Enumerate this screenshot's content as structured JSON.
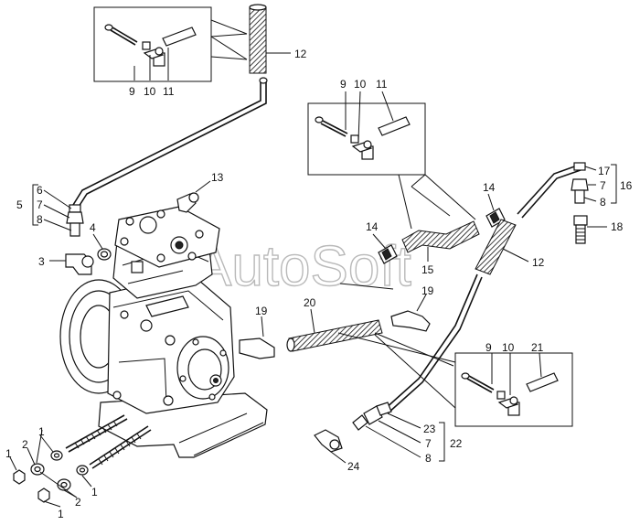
{
  "watermark": "AutoSoft",
  "labels": {
    "a12": "12",
    "a9": "9",
    "a10": "10",
    "a11": "11",
    "b9": "9",
    "b10": "10",
    "b11": "11",
    "c14": "14",
    "d14": "14",
    "e15": "15",
    "f12": "12",
    "g17": "17",
    "g7": "7",
    "g8": "8",
    "g16": "16",
    "g18": "18",
    "h13": "13",
    "h6": "6",
    "h5": "5",
    "h7": "7",
    "h8": "8",
    "h4": "4",
    "h3": "3",
    "i19": "19",
    "i20": "20",
    "j19": "19",
    "k9": "9",
    "k10": "10",
    "k21": "21",
    "m23": "23",
    "m7": "7",
    "m8": "8",
    "m22": "22",
    "m24": "24",
    "n1a": "1",
    "n1b": "1",
    "n2a": "2",
    "n2b": "2",
    "n1c": "1",
    "n1d": "1"
  }
}
